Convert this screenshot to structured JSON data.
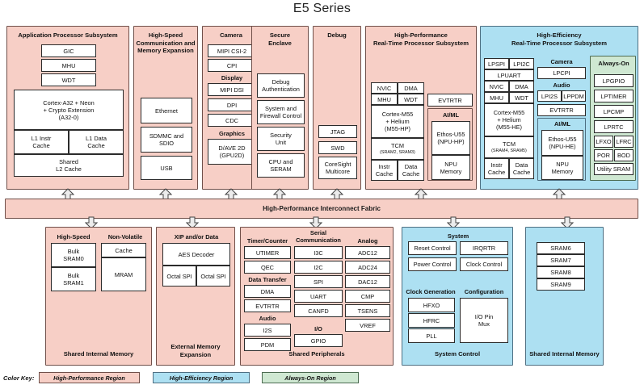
{
  "title": "E5 Series",
  "interconnect": {
    "label": "High-Performance Interconnect Fabric"
  },
  "color_key": {
    "label": "Color Key:",
    "items": [
      {
        "label": "High-Performance Region",
        "color": "#f7cfc6"
      },
      {
        "label": "High-Efficiency Region",
        "color": "#ade0f2"
      },
      {
        "label": "Always-On Region",
        "color": "#cfe8d2"
      }
    ]
  },
  "top_row": {
    "app_processor": {
      "header": "Application Processor Subsystem",
      "region": "high-performance",
      "blocks": [
        "GIC",
        "MHU",
        "WDT"
      ],
      "core": {
        "line1": "Cortex-A32 + Neon",
        "line2": "+ Crypto Extension",
        "line3": "(A32-0)"
      },
      "caches": [
        {
          "line1": "L1 Instr",
          "line2": "Cache"
        },
        {
          "line1": "L1 Data",
          "line2": "Cache"
        }
      ],
      "l2": {
        "line1": "Shared",
        "line2": "L2 Cache"
      }
    },
    "high_speed_comm": {
      "header_l1": "High-Speed",
      "header_l2": "Communication and",
      "header_l3": "Memory Expansion",
      "region": "high-performance",
      "blocks": [
        {
          "line1": "Ethernet"
        },
        {
          "line1": "SDMMC and",
          "line2": "SDIO"
        },
        {
          "line1": "USB"
        }
      ]
    },
    "camera": {
      "header": "Camera",
      "region": "high-performance",
      "camera_blocks": [
        "MIPI CSI-2",
        "CPI"
      ],
      "display_header": "Display",
      "display_blocks": [
        "MIPI DSI",
        "DPI",
        "CDC"
      ],
      "graphics_header": "Graphics",
      "graphics_block": {
        "line1": "D/AVE 2D",
        "line2": "(GPU2D)"
      }
    },
    "secure_enclave": {
      "header_l1": "Secure",
      "header_l2": "Enclave",
      "region": "high-performance",
      "blocks": [
        {
          "line1": "Debug",
          "line2": "Authentication"
        },
        {
          "line1": "System and",
          "line2": "Firewall Control"
        },
        {
          "line1": "Security",
          "line2": "Unit"
        },
        {
          "line1": "CPU and",
          "line2": "SERAM"
        }
      ]
    },
    "debug": {
      "header": "Debug",
      "region": "high-performance",
      "blocks": [
        {
          "line1": "JTAG"
        },
        {
          "line1": "SWD"
        },
        {
          "line1": "CoreSight",
          "line2": "Multicore"
        }
      ]
    },
    "hp_realtime": {
      "header_l1": "High-Performance",
      "header_l2": "Real-Time Processor Subsystem",
      "region": "high-performance",
      "small_blocks": [
        "NVIC",
        "DMA",
        "MHU",
        "WDT"
      ],
      "core": {
        "line1": "Cortex-M55",
        "line2": "+ Helium",
        "line3": "(M55-HP)"
      },
      "tcm": {
        "line1": "TCM",
        "line2": "(SRAM2, SRAM3)"
      },
      "caches": [
        {
          "line1": "Instr",
          "line2": "Cache"
        },
        {
          "line1": "Data",
          "line2": "Cache"
        }
      ],
      "evtrtr": "EVTRTR",
      "aiml": {
        "header": "AI/ML",
        "npu": {
          "line1": "Ethos-U55",
          "line2": "(NPU-HP)"
        },
        "mem": {
          "line1": "NPU",
          "line2": "Memory"
        }
      }
    },
    "he_realtime": {
      "header_l1": "High-Efficiency",
      "header_l2": "Real-Time Processor Subsystem",
      "region": "high-efficiency",
      "small_blocks": [
        "LPSPI",
        "LPI2C",
        "LPUART",
        "NVIC",
        "DMA",
        "MHU",
        "WDT"
      ],
      "core": {
        "line1": "Cortex-M55",
        "line2": "+ Helium",
        "line3": "(M55-HE)"
      },
      "tcm": {
        "line1": "TCM",
        "line2": "(SRAM4, SRAM5)"
      },
      "caches": [
        {
          "line1": "Instr",
          "line2": "Cache"
        },
        {
          "line1": "Data",
          "line2": "Cache"
        }
      ],
      "camera_header": "Camera",
      "camera_block": "LPCPI",
      "audio_header": "Audio",
      "audio_blocks": [
        "LPI2S",
        "LPPDM"
      ],
      "evtrtr": "EVTRTR",
      "aiml": {
        "header": "AI/ML",
        "npu": {
          "line1": "Ethos-U55",
          "line2": "(NPU-HE)"
        },
        "mem": {
          "line1": "NPU",
          "line2": "Memory"
        }
      },
      "always_on": {
        "header": "Always-On",
        "wide_blocks": [
          "LPGPIO",
          "LPTIMER",
          "LPCMP",
          "LPRTC"
        ],
        "pair_blocks": [
          [
            "LFXO",
            "LFRC"
          ],
          [
            "POR",
            "BOD"
          ]
        ],
        "utility": "Utility SRAM"
      }
    }
  },
  "bottom_row": {
    "shared_internal_memory_left": {
      "footer": "Shared Internal Memory",
      "region": "high-performance",
      "high_speed_header": "High-Speed",
      "high_speed_blocks": [
        {
          "line1": "Bulk",
          "line2": "SRAM0"
        },
        {
          "line1": "Bulk",
          "line2": "SRAM1"
        }
      ],
      "non_volatile_header": "Non-Volatile",
      "non_volatile_blocks": [
        {
          "line1": "Cache"
        },
        {
          "line1": "MRAM"
        }
      ]
    },
    "external_memory": {
      "footer_l1": "External Memory",
      "footer_l2": "Expansion",
      "region": "high-performance",
      "header": "XIP and/or Data",
      "aes": "AES Decoder",
      "octal": [
        "Octal SPI",
        "Octal SPI"
      ]
    },
    "shared_peripherals": {
      "footer": "Shared Peripherals",
      "region": "high-performance",
      "timer_header": "Timer/Counter",
      "timer_blocks": [
        "UTIMER",
        "QEC"
      ],
      "data_transfer_header": "Data Transfer",
      "data_transfer_blocks": [
        "DMA",
        "EVTRTR"
      ],
      "audio_header": "Audio",
      "audio_blocks": [
        "I2S",
        "PDM"
      ],
      "serial_header_l1": "Serial",
      "serial_header_l2": "Communication",
      "serial_blocks": [
        "I3C",
        "I2C",
        "SPI",
        "UART",
        "CANFD"
      ],
      "io_header": "I/O",
      "io_blocks": [
        "GPIO"
      ],
      "analog_header": "Analog",
      "analog_blocks": [
        "ADC12",
        "ADC24",
        "DAC12",
        "CMP",
        "TSENS",
        "VREF"
      ]
    },
    "system_control": {
      "footer": "System Control",
      "region": "high-efficiency",
      "system_header": "System",
      "system_blocks": [
        "Reset Control",
        "IRQRTR",
        "Power Control",
        "Clock Control"
      ],
      "clock_gen_header": "Clock Generation",
      "clock_gen_blocks": [
        "HFXO",
        "HFRC",
        "PLL"
      ],
      "config_header": "Configuration",
      "config_block": {
        "line1": "I/O Pin",
        "line2": "Mux"
      }
    },
    "shared_internal_memory_right": {
      "footer": "Shared Internal Memory",
      "region": "high-efficiency",
      "blocks": [
        "SRAM6",
        "SRAM7",
        "SRAM8",
        "SRAM9"
      ]
    }
  }
}
